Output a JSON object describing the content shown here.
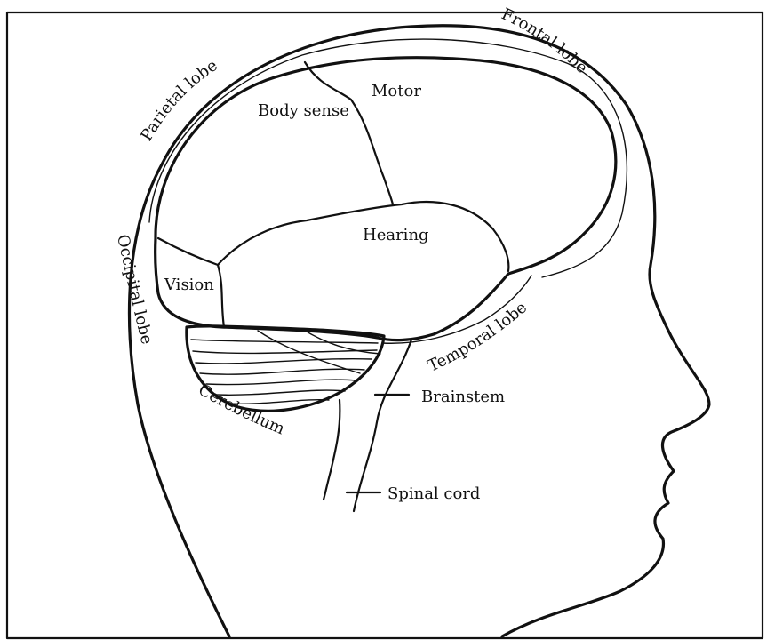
{
  "labels": {
    "frontal_lobe": "Frontal lobe",
    "parietal_lobe": "Parietal lobe",
    "occipital_lobe": "Occipital lobe",
    "temporal_lobe": "Temporal lobe",
    "body_sense": "Body sense",
    "motor": "Motor",
    "hearing": "Hearing",
    "vision": "Vision",
    "cerebellum": "Cerebellum",
    "brainstem": "Brainstem",
    "spinal_cord": "Spinal cord"
  },
  "colors": {
    "ink": "#111111",
    "paper": "#ffffff"
  }
}
